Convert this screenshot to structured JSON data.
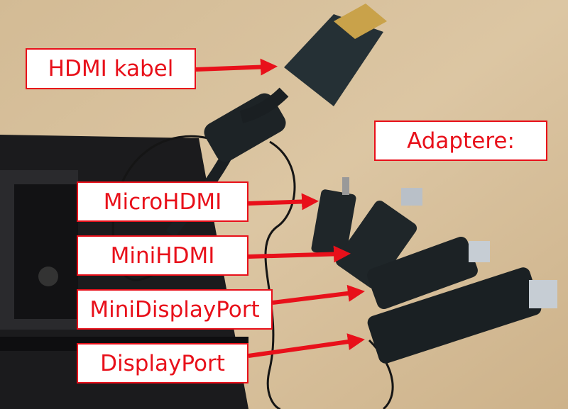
{
  "labels": {
    "hdmi_cable": "HDMI kabel",
    "adapters": "Adaptere:",
    "micro_hdmi": "MicroHDMI",
    "mini_hdmi": "MiniHDMI",
    "mini_displayport": "MiniDisplayPort",
    "displayport": "DisplayPort"
  },
  "colors": {
    "annotation": "#e8101a",
    "table": "#d8c29f"
  }
}
